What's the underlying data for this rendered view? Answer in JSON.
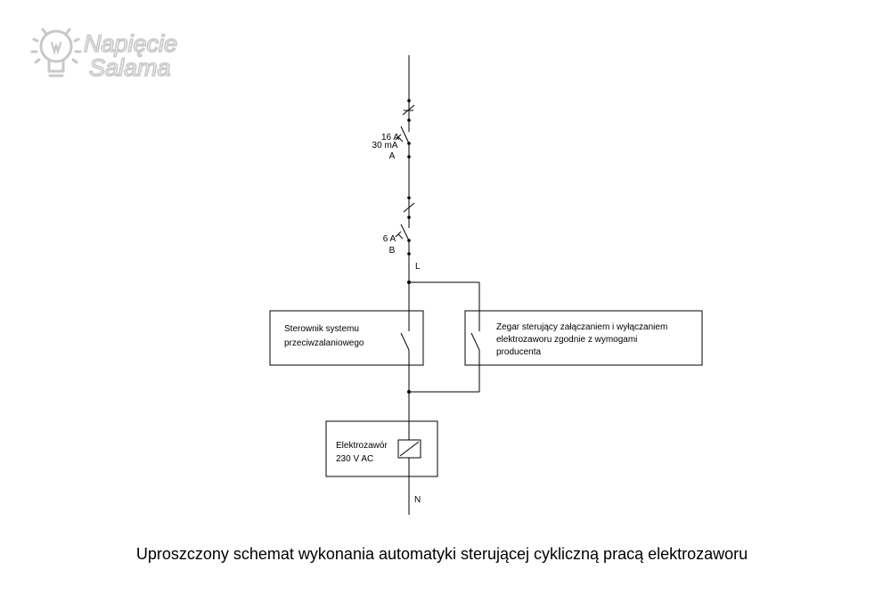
{
  "logo": {
    "line1": "Napięcie",
    "line2": "Salama",
    "color": "#c8c8c8"
  },
  "labels": {
    "breaker_a_rating": "16 A",
    "breaker_a_current": "30 mA",
    "breaker_a_type": "A",
    "breaker_b_rating": "6 A",
    "breaker_b_type": "B",
    "line_l": "L",
    "line_n": "N"
  },
  "controller_box": {
    "line1": "Sterownik systemu",
    "line2": "przeciwzalaniowego"
  },
  "timer_box": {
    "line1": "Zegar sterujący załączaniem i wyłączaniem",
    "line2": "elektrozaworu zgodnie z wymogami",
    "line3": "producenta"
  },
  "valve_box": {
    "line1": "Elektrozawór",
    "line2": "230 V AC"
  },
  "caption": "Uproszczony schemat wykonania automatyki sterującej cykliczną pracą elektrozaworu",
  "colors": {
    "line": "#000000",
    "background": "#ffffff"
  }
}
